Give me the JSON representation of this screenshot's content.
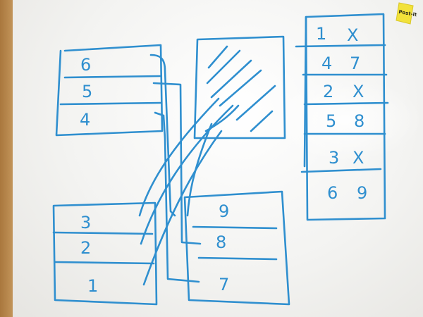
{
  "note_label": "Post-it",
  "stack_top_left": [
    "6",
    "5",
    "4"
  ],
  "stack_bottom_left": [
    "3",
    "2",
    "1"
  ],
  "stack_bottom_right": [
    "9",
    "8",
    "7"
  ],
  "table_right": [
    {
      "a": "1",
      "b": "X"
    },
    {
      "a": "4",
      "b": "7"
    },
    {
      "a": "2",
      "b": "X"
    },
    {
      "a": "5",
      "b": "8"
    },
    {
      "a": "3",
      "b": "X"
    },
    {
      "a": "6",
      "b": "9"
    }
  ],
  "colors": {
    "ink": "#2f8fcf",
    "note": "#f2e23a",
    "frame": "#b98a4e"
  }
}
